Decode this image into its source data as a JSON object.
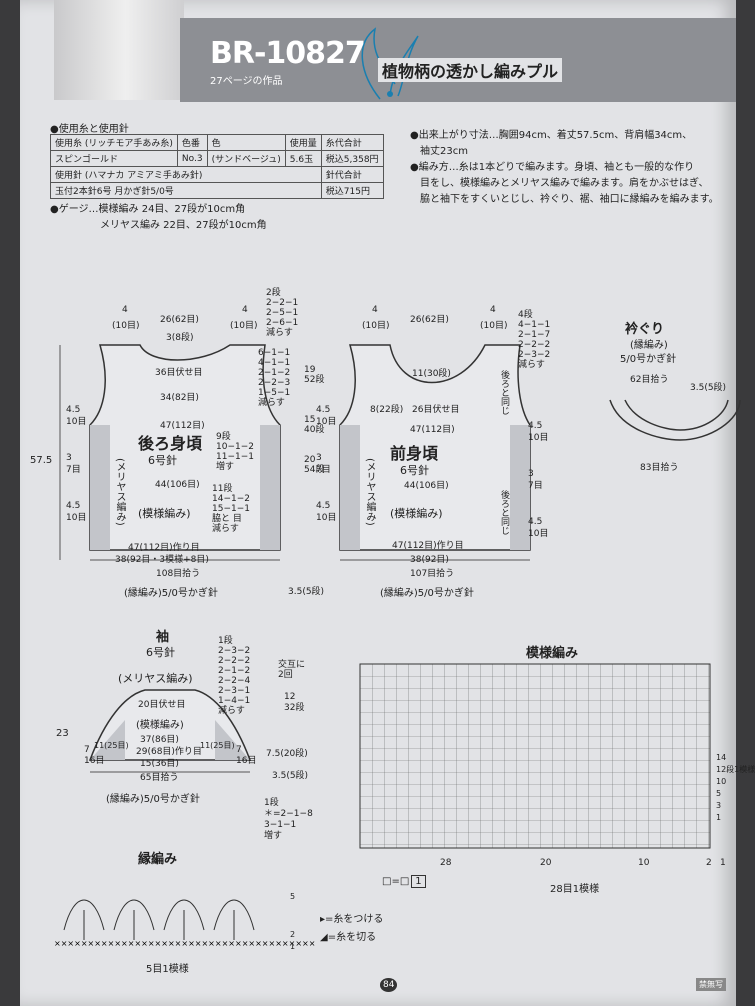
{
  "header": {
    "code": "BR-10827",
    "page_note": "27ページの作品",
    "title": "植物柄の透かし編みプル"
  },
  "materials": {
    "heading": "●使用糸と使用針",
    "col_headers": [
      "使用糸 (リッチモア手あみ糸)",
      "色番",
      "色",
      "使用量",
      "糸代合計"
    ],
    "yarn": [
      "スピンゴールド",
      "No.3",
      "(サンドベージュ)",
      "5.6玉",
      "税込5,358円"
    ],
    "needle_header": [
      "使用針 (ハマナカ アミアミ手あみ針)",
      "針代合計"
    ],
    "needle": [
      "玉付2本針6号  月かぎ針5/0号",
      "税込715円"
    ]
  },
  "gauge": {
    "label": "●ゲージ…模様編み  24目、27段が10cm角",
    "line2": "メリヤス編み  22目、27段が10cm角"
  },
  "finished": {
    "size": "●出来上がり寸法…胸囲94cm、着丈57.5cm、背肩幅34cm、",
    "size2": "袖丈23cm",
    "method_label": "●編み方…糸は1本どりで編みます。身頃、袖とも一般的な作り",
    "method2": "目をし、模様編みとメリヤス編みで編みます。肩をかぶせはぎ、",
    "method3": "脇と袖下をすくいとじし、衿ぐり、裾、袖口に縁編みを編みます。"
  },
  "back": {
    "title": "後ろ身頃",
    "needle": "6号針",
    "top": [
      "4",
      "(10目)",
      "26(62目)",
      "4",
      "(10目)",
      "3(8段)",
      "36目伏せ目",
      "34(82目)"
    ],
    "shoulder_rows": [
      "2段",
      "2−2−1",
      "2−5−1",
      "2−6−1",
      "減らす"
    ],
    "armhole_rows": [
      "6−1−1",
      "4−1−1",
      "2−1−2",
      "2−2−3",
      "1−5−1",
      "減らす"
    ],
    "side_inc1": [
      "9段",
      "10−1−2",
      "11−1−1",
      "増す"
    ],
    "side_inc2": [
      "11段",
      "14−1−2",
      "15−1−1"
    ],
    "side_note": [
      "脇と 目",
      "減らす"
    ],
    "dims": [
      "47(112目)",
      "44(106目)",
      "47(112目)作り目",
      "38(92目・3模様+8目)",
      "108目拾う"
    ],
    "vert": [
      "19",
      "52段",
      "15",
      "40段",
      "20",
      "54段"
    ],
    "side_nums": [
      "4.5",
      "10目",
      "3",
      "7目",
      "4.5",
      "10目",
      "57.5"
    ],
    "patterns": [
      "(メリヤス編み)",
      "(模様編み)"
    ]
  },
  "front": {
    "title": "前身頃",
    "needle": "6号針",
    "top": [
      "4",
      "(10目)",
      "26(62目)",
      "4",
      "(10目)",
      "11(30段)",
      "26目伏せ目",
      "8(22段)"
    ],
    "neck_rows": [
      "4段",
      "4−1−1",
      "2−1−7",
      "2−2−2",
      "2−3−2",
      "減らす"
    ],
    "side_note": [
      "後ろと",
      "同じ"
    ],
    "dims": [
      "47(112目)",
      "44(106目)",
      "47(112目)作り目",
      "38(92目)",
      "107目拾う"
    ],
    "side_nums": [
      "4.5",
      "10目",
      "3",
      "7目",
      "4.5",
      "10目"
    ],
    "patterns": [
      "(メリヤス編み)",
      "(模様編み)"
    ]
  },
  "edge_label": "(縁編み)5/0号かぎ針",
  "hem_rows": "3.5(5段)",
  "collar": {
    "title": "衿ぐり",
    "sub": "(縁編み)",
    "needle": "5/0号かぎ針",
    "pick1": "62目拾う",
    "pick2": "83目拾う",
    "rows": "3.5(5段)"
  },
  "sleeve": {
    "title": "袖",
    "needle": "6号針",
    "pattern1": "(メリヤス編み)",
    "pattern2": "(模様編み)",
    "top": "20目伏せ目",
    "rows": [
      "1段",
      "2−3−2",
      "2−2−2",
      "2−1−2",
      "2−2−4",
      "2−3−1",
      "1−4−1",
      "減らす"
    ],
    "alternating": [
      "交互に",
      "2回"
    ],
    "dims": [
      "37(86目)",
      "29(68目)作り目",
      "15(36目)",
      "65目拾う",
      "11(25目)",
      "11(25目)"
    ],
    "vert": [
      "12",
      "32段",
      "7.5(20段)",
      "3.5(5段)",
      "23",
      "7",
      "16目",
      "7",
      "16目"
    ],
    "inc": [
      "1段",
      "＊=2−1−8",
      "3−1−1",
      "増す"
    ]
  },
  "chart": {
    "title": "模様編み",
    "legend_blank": "□=□",
    "legend_one": "1",
    "bottom_label": "28目1模様",
    "col_nums": [
      "28",
      "20",
      "10",
      "2",
      "1"
    ],
    "row_nums": [
      "14",
      "12段1模様",
      "10",
      "5",
      "3",
      "1"
    ]
  },
  "edging": {
    "title": "縁編み",
    "label": "5目1模様",
    "row_nums": [
      "5",
      "2",
      "1"
    ],
    "key1": "▸=糸をつける",
    "key2": "◢=糸を切る"
  },
  "page_number": "84",
  "footer_tag": "禁無写"
}
